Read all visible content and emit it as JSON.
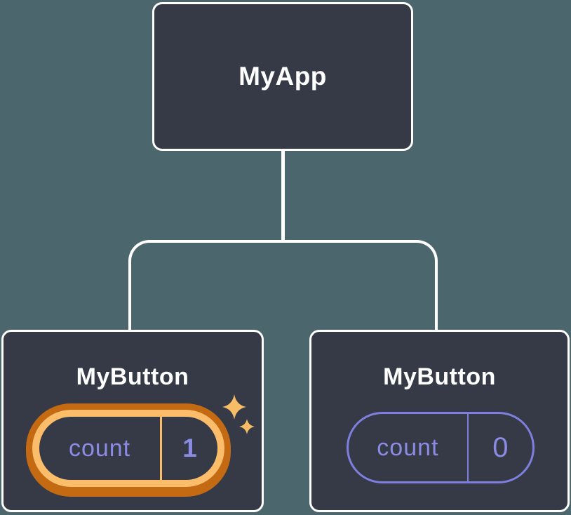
{
  "root_node": {
    "label": "MyApp"
  },
  "children": [
    {
      "label": "MyButton",
      "state": {
        "key": "count",
        "value": "1"
      },
      "highlighted": true,
      "icon": "sparkles"
    },
    {
      "label": "MyButton",
      "state": {
        "key": "count",
        "value": "0"
      },
      "highlighted": false
    }
  ],
  "colors": {
    "background": "#4C666D",
    "node_fill": "#353A46",
    "node_border": "#FFFFFF",
    "connector": "#FFFFFF",
    "state_text": "#8B8BE4",
    "state_pill_border": "#7E7FDE",
    "highlight_ring_gold": "#FBBD69",
    "highlight_ring_dark": "#C46A12",
    "sparkle": "#F6BC66"
  }
}
